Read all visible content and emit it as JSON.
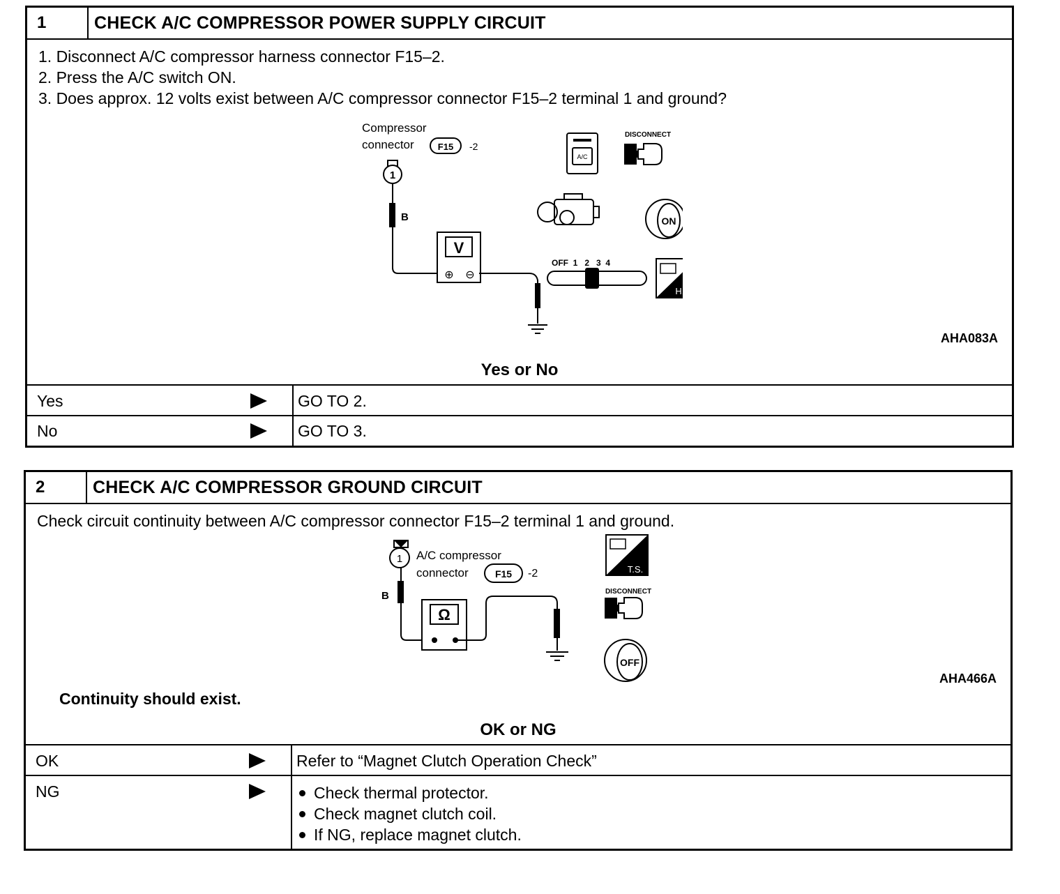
{
  "step1": {
    "number": "1",
    "title": "CHECK A/C COMPRESSOR POWER SUPPLY CIRCUIT",
    "instructions": [
      "1.  Disconnect A/C compressor harness connector F15–2.",
      "2.  Press the A/C switch ON.",
      "3.  Does approx. 12 volts exist between A/C compressor connector F15–2 terminal 1 and ground?"
    ],
    "figure": {
      "connector_label_line1": "Compressor",
      "connector_label_line2": "connector",
      "connector_code": "F15",
      "connector_suffix": "-2",
      "terminal": "1",
      "wire_color": "B",
      "meter": "V",
      "disconnect_label": "DISCONNECT",
      "ac_label": "A/C",
      "on_label": "ON",
      "fan_labels": "OFF  1   2   3  4",
      "hs_label": "H.S.",
      "figure_id": "AHA083A"
    },
    "question": "Yes or No",
    "results": [
      {
        "label": "Yes",
        "action": "GO TO 2."
      },
      {
        "label": "No",
        "action": "GO TO 3."
      }
    ]
  },
  "step2": {
    "number": "2",
    "title": "CHECK A/C COMPRESSOR GROUND CIRCUIT",
    "instruction": "Check circuit continuity between A/C compressor connector F15–2 terminal 1 and ground.",
    "figure": {
      "connector_label_line1": "A/C compressor",
      "connector_label_line2": "connector",
      "connector_code": "F15",
      "connector_suffix": "-2",
      "terminal": "1",
      "wire_color": "B",
      "meter": "Ω",
      "ts_label": "T.S.",
      "disconnect_label": "DISCONNECT",
      "off_label": "OFF",
      "figure_id": "AHA466A"
    },
    "note": "Continuity should exist.",
    "question": "OK or NG",
    "results": [
      {
        "label": "OK",
        "action": "Refer to “Magnet Clutch Operation Check”"
      },
      {
        "label": "NG",
        "bullets": [
          "Check thermal protector.",
          "Check magnet clutch coil.",
          "If NG, replace magnet clutch."
        ]
      }
    ]
  }
}
